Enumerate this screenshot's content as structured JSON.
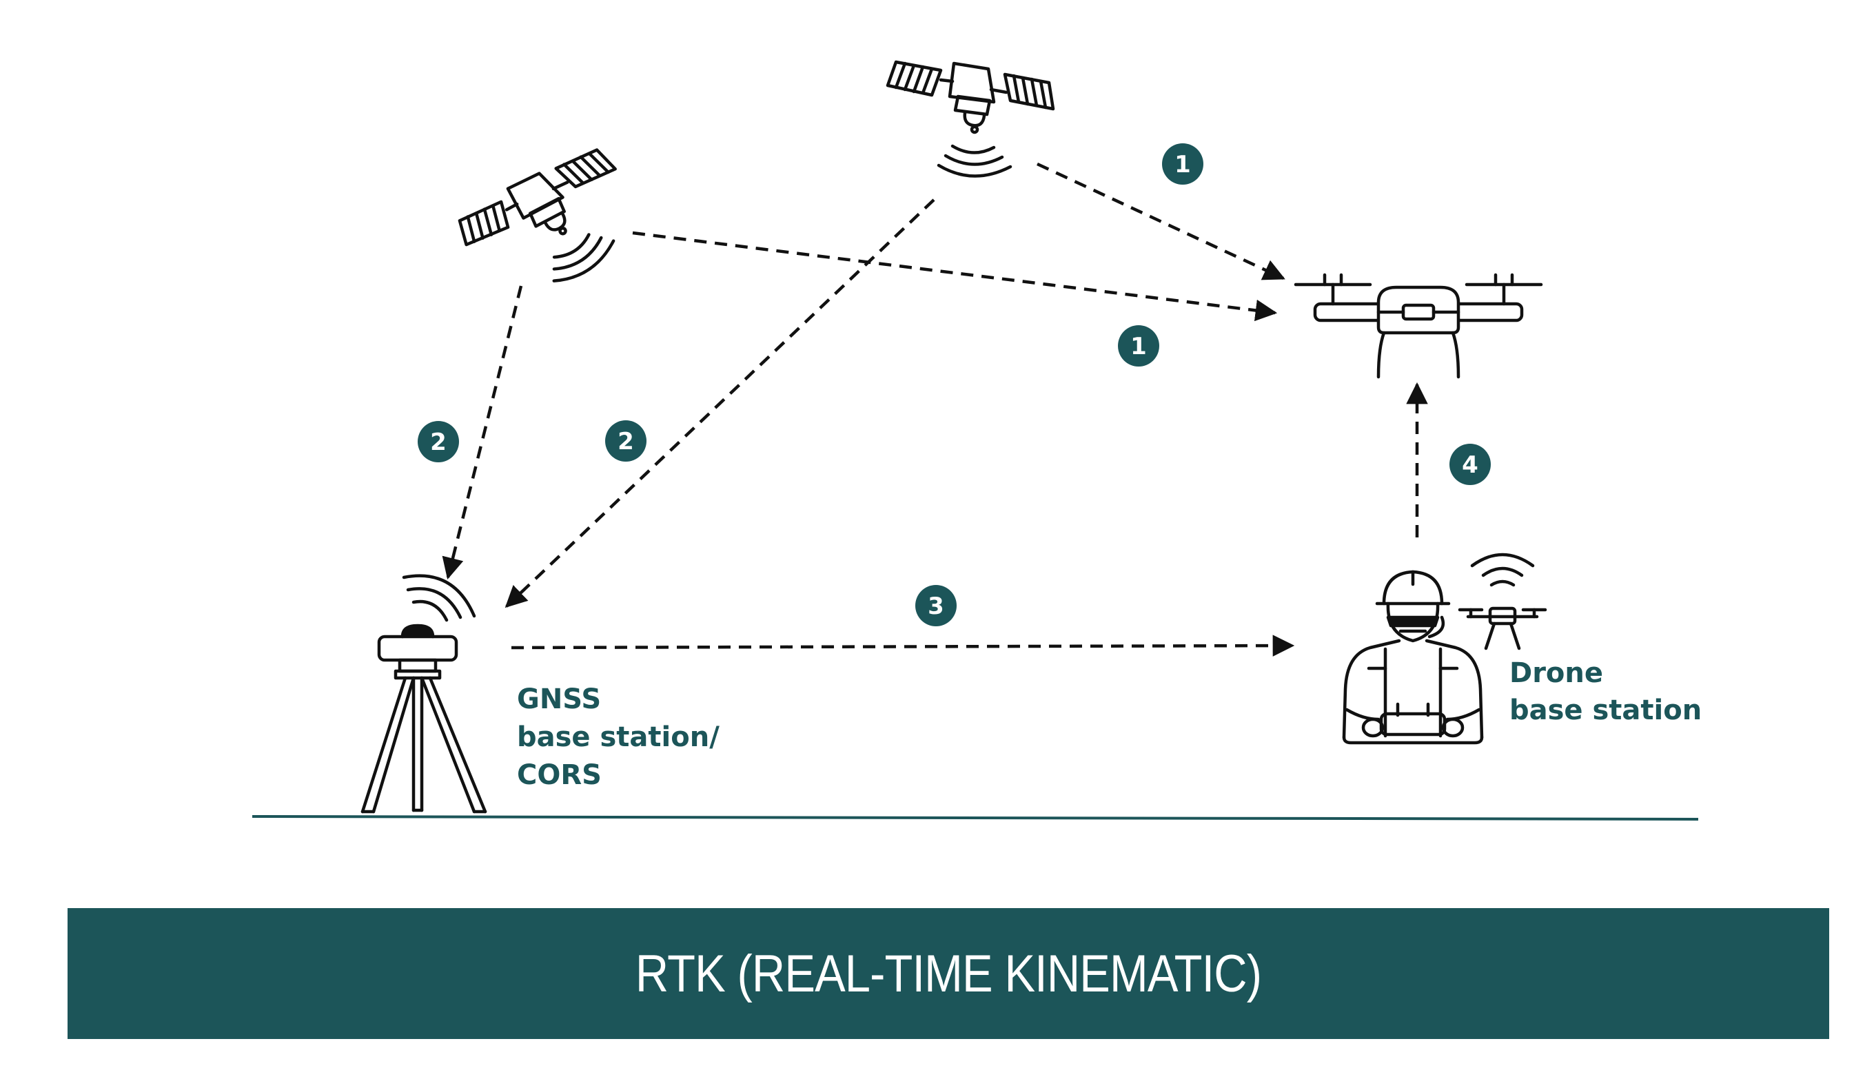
{
  "diagram": {
    "title": "RTK (REAL-TIME KINEMATIC)",
    "labels": {
      "gnss_line1": "GNSS",
      "gnss_line2": "base station/",
      "gnss_line3": "CORS",
      "drone_base_line1": "Drone",
      "drone_base_line2": "base station"
    },
    "step_badges": {
      "sat_top_to_drone": "1",
      "sat_left_to_drone": "1",
      "sat_left_to_gnss": "2",
      "sat_top_to_gnss": "2",
      "gnss_to_operator": "3",
      "operator_to_drone": "4"
    },
    "colors": {
      "accent": "#1c5559",
      "ink": "#111111",
      "background": "#ffffff"
    },
    "icons": [
      "satellite-icon",
      "satellite-icon",
      "drone-icon",
      "gnss-tripod-icon",
      "operator-icon",
      "mini-drone-icon",
      "signal-waves-icon"
    ]
  }
}
